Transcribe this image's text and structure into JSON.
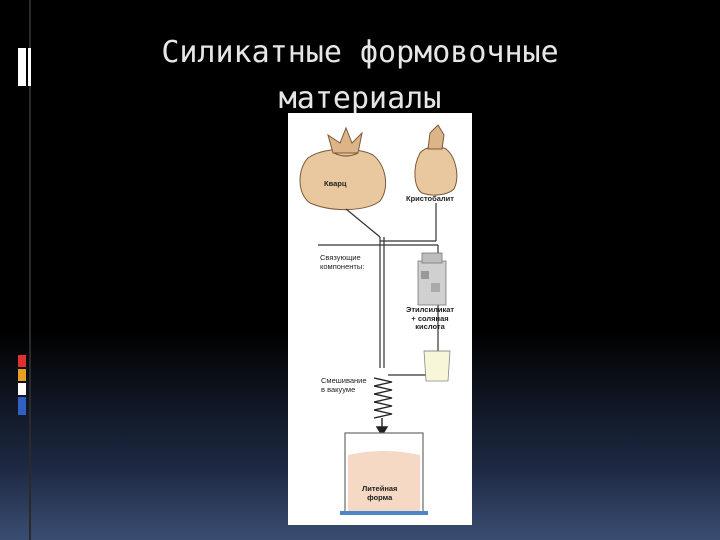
{
  "slide": {
    "title_line1": "Силикатные формовочные",
    "title_line2": "материалы",
    "colors": {
      "background": "#000000",
      "accent_white": "#ffffff",
      "accent_red": "#e03030",
      "accent_orange": "#e8a020",
      "accent_blue": "#3060c0",
      "bag_tan": "#e9c8a0",
      "mold_fill": "#f6d9c4",
      "base_blue": "#4a86c8"
    }
  },
  "diagram": {
    "bag_quartz_label": "Кварц",
    "bag_cristobalite_label": "Кристобалит",
    "binder_label": "Связующие\nкомпоненты:",
    "ethyl_label": "Этилсиликат\n+ соляная\nкислота",
    "vacuum_label": "Смешивание\nв вакууме",
    "mold_label": "Литейная\nформа",
    "icons": [
      "sack-icon",
      "sack-icon",
      "bottle-icon",
      "beaker-icon",
      "mixing-spring-icon",
      "casting-mold-icon"
    ]
  }
}
